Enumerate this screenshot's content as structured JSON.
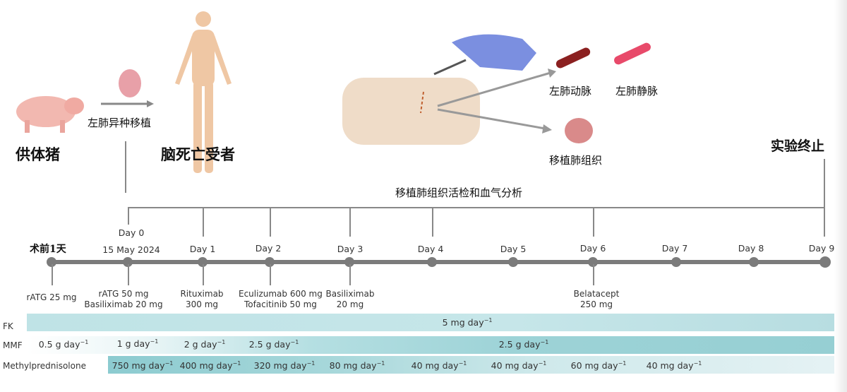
{
  "top": {
    "donor": "供体猪",
    "transplant": "左肺异种移植",
    "recipient": "脑死亡受者",
    "artery": "左肺动脉",
    "vein": "左肺静脉",
    "tissue": "移植肺组织",
    "end": "实验终止",
    "biopsy": "移植肺组织活检和血气分析"
  },
  "timeline": {
    "pre_day": "术前1天",
    "day0_date": "15 May 2024",
    "days": [
      "Day 0",
      "Day 1",
      "Day 2",
      "Day 3",
      "Day 4",
      "Day 5",
      "Day 6",
      "Day 7",
      "Day 8",
      "Day 9"
    ]
  },
  "drugs": [
    {
      "l1": "rATG 25 mg",
      "l2": ""
    },
    {
      "l1": "rATG 50 mg",
      "l2": "Basiliximab 20 mg"
    },
    {
      "l1": "Rituximab",
      "l2": "300 mg"
    },
    {
      "l1": "Eculizumab 600 mg",
      "l2": "Tofacitinib 50 mg"
    },
    {
      "l1": "Basiliximab",
      "l2": "20 mg"
    },
    {
      "l1": "Belatacept",
      "l2": "250 mg"
    }
  ],
  "rows": {
    "fk": {
      "label": "FK",
      "doses": [
        "5 mg day"
      ]
    },
    "mmf": {
      "label": "MMF",
      "doses": [
        "0.5 g day",
        "1 g day",
        "2 g day",
        "2.5 g day",
        "2.5 g day"
      ]
    },
    "mp": {
      "label": "Methylprednisolone",
      "doses": [
        "750 mg day",
        "400 mg day",
        "320 mg day",
        "80 mg day",
        "40 mg day",
        "40 mg day",
        "60 mg day",
        "40 mg day"
      ]
    },
    "unit_exp": "−1"
  },
  "colors": {
    "timeline": "#7b7b7b",
    "fk": "#bfe3e6",
    "mmf": "#9dd3d7",
    "mp": "#8ccbd0"
  }
}
